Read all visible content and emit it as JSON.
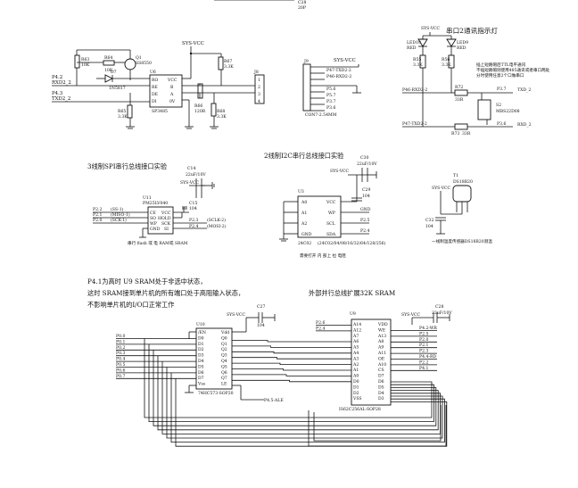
{
  "top": {
    "c28_ref": "C28",
    "c28_val": "20P"
  },
  "rs232": {
    "labels": {
      "p42_rxd2": "P4.2",
      "rxd2": "RXD2_2",
      "p43_txd2": "P4.3",
      "txd2": "TXD2_2",
      "r63": "R63",
      "r63v": "10K",
      "r64": "R64",
      "r64v": "10K",
      "q1": "Q1",
      "q1v": "SS8550",
      "d7": "D7",
      "d7v": "1N5817",
      "r65": "R65",
      "r65v": "3.3K",
      "u6": "U6",
      "u6v": "SP3485",
      "u6_ro": "RO",
      "u6_re": "RE",
      "u6_de": "DE",
      "u6_di": "DI",
      "u6_vcc": "VCC",
      "u6_b": "B",
      "u6_a": "A",
      "u6_gnd": "0V",
      "sysvcc": "SYS-VCC",
      "r67": "R67",
      "r67v": "3.3K",
      "r66": "R66",
      "r66v": "120R",
      "r68": "R68",
      "r68v": "3.3K",
      "j8": "J8",
      "j8_pins": [
        "1",
        "2",
        "3",
        "4"
      ]
    }
  },
  "con7": {
    "j9": "J9",
    "caption": "CON7-2.54MM",
    "vcc": "SYS-VCC",
    "pins": [
      "P47-TXD2-2",
      "P46-RXD2-2",
      "P5.6",
      "P5.7",
      "P3.7",
      "P3.6"
    ]
  },
  "uart2_leds": {
    "title": "串口2通讯指示灯",
    "sysvcc": "SYS-VCC",
    "led10": "LED10",
    "led10v": "RED",
    "led9": "LED9",
    "led9v": "RED",
    "r55": "R55",
    "r55v": "3.3K",
    "r56": "R56",
    "r56v": "3.3K",
    "note1": "插上短路帽后TTL电平通讯",
    "note2": "不插短路帽则使用485通讯或者串口两处",
    "note3": "分时使用任意2个口做串口",
    "p46": "P46-RXD2-2",
    "p47": "P47-TXD2-2",
    "r72": "R72",
    "r72v": "33R",
    "r73": "R73",
    "r73v": "33R",
    "p37": "P3.7",
    "txd": "TXD_2",
    "p36": "P3.6",
    "rxd": "RXD_2",
    "s2": "S2",
    "s2v": "MBS22D08"
  },
  "spi": {
    "title": "3线制SPI串行总线接口实验",
    "sysvcc": "SYS-VCC",
    "c14": "C14",
    "c14v": "22uF/10V",
    "u11": "U11",
    "u11v": "PM25LV040",
    "c15": "C15",
    "c15v": "104",
    "left_nets": [
      "P2.2",
      "P2.1",
      "P2.0"
    ],
    "left_sig": [
      "(SS-1)",
      "(MISO-1)",
      "(SCK-1)"
    ],
    "chip_left": [
      "CE",
      "SO",
      "WP",
      "GND"
    ],
    "chip_right": [
      "VCC",
      "HOLD",
      "SCK",
      "SI"
    ],
    "right_nets": [
      "P2.3",
      "P2.4"
    ],
    "right_sig": [
      "(SCLK-2)",
      "(MOSI-2)"
    ],
    "caption": "串行 flash 或 电 RAM或 SRAM"
  },
  "i2c": {
    "title": "2线制I2C串行总线接口实验",
    "sysvcc": "SYS-VCC",
    "c30": "C30",
    "c30v": "22uF/10V",
    "c29": "C29",
    "c29v": "104",
    "u3": "U3",
    "chip_left": [
      "A0",
      "A1",
      "A2",
      "GND"
    ],
    "chip_right": [
      "VCC",
      "WP",
      "SCL",
      "SDA"
    ],
    "right_nets": [
      "GND",
      "P2.5",
      "P2.4"
    ],
    "part": "24C02",
    "part_note": "(24C02/04/08/16/32/64/128/256)",
    "caption": "需要打开 内 部上 拉 电阻"
  },
  "ds18b20": {
    "t1": "T1",
    "t1v": "DS18B20",
    "sysvcc": "SYS-VCC",
    "c32": "C32",
    "c32v": "104",
    "caption": "一线制温度传感器DS18B20测温"
  },
  "notes": {
    "line1": "P4.1为高时 U9 SRAM处于非选中状态，",
    "line2": "这时 SRAM接到单片机的所有端口处于高阻输入状态，",
    "line3": "不影响单片机的I/O口正常工作",
    "sram_title": "外部并行总线扩展32K SRAM"
  },
  "latch": {
    "u10": "U10",
    "part": "74HC573-SOP20",
    "sysvcc": "SYS-VCC",
    "c27": "C27",
    "c27v": "104",
    "left_nets": [
      "P0.0",
      "P0.1",
      "P0.2",
      "P0.3",
      "P0.4",
      "P0.5",
      "P0.6",
      "P0.7"
    ],
    "chip_left": [
      "/EN",
      "D0",
      "D1",
      "D2",
      "D3",
      "D4",
      "D5",
      "D6",
      "D7",
      "Vss"
    ],
    "chip_right": [
      "Vdd",
      "Q0",
      "Q1",
      "Q2",
      "Q3",
      "Q4",
      "Q5",
      "Q6",
      "Q7",
      "LE"
    ],
    "ale": "P4.5-ALE"
  },
  "sram": {
    "u9": "U9",
    "part": "IS62C256AL-SOP28",
    "sysvcc": "SYS-VCC",
    "c28": "C28",
    "c28v": "22uF/10V",
    "left_nets": [
      "P2.6",
      "P2.4"
    ],
    "chip_left": [
      "A14",
      "A12",
      "A7",
      "A6",
      "A5",
      "A4",
      "A3",
      "A2",
      "A1",
      "A0",
      "D0",
      "D1",
      "D2",
      "VSS"
    ],
    "chip_right": [
      "VDD",
      "WE",
      "A13",
      "A8",
      "A9",
      "A11",
      "OE",
      "A10",
      "CS",
      "D7",
      "D6",
      "D5",
      "D4",
      "D3"
    ],
    "right_nets": [
      "P4.2-WR",
      "P2.5",
      "P2.0",
      "P2.1",
      "P2.3",
      "P4.4-RD",
      "P2.2",
      "P4.1"
    ]
  }
}
